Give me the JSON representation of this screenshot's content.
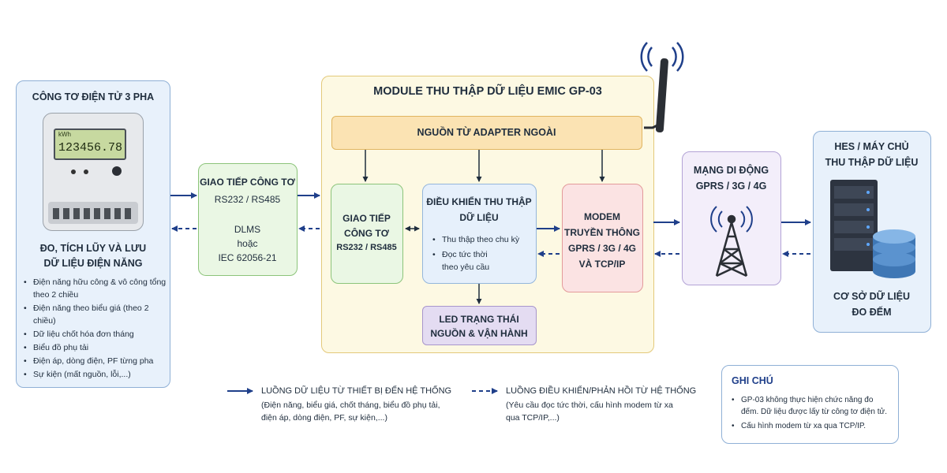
{
  "meter": {
    "title": "CÔNG TƠ ĐIỆN TỬ 3 PHA",
    "display_small": "kWh",
    "display_value": "123456.78",
    "func_title_1": "ĐO, TÍCH LŨY VÀ LƯU",
    "func_title_2": "DỮ LIỆU ĐIỆN NĂNG",
    "items": [
      "Điện năng hữu công & vô công tổng theo 2 chiều",
      "Điện năng theo biểu giá (theo 2 chiều)",
      "Dữ liệu chốt hóa đơn tháng",
      "Biểu đồ phụ tải",
      "Điện áp, dòng điện, PF từng pha",
      "Sự kiện (mất nguồn, lỗi,...)"
    ]
  },
  "iface": {
    "title": "GIAO TIẾP CÔNG TƠ",
    "ports": "RS232 / RS485",
    "proto1": "DLMS",
    "proto2": "hoặc",
    "proto3": "IEC 62056-21"
  },
  "module": {
    "title": "MODULE THU THẬP DỮ LIỆU EMIC GP-03",
    "power": "NGUỒN TỪ ADAPTER NGOÀI",
    "iface_l1": "GIAO TIẾP",
    "iface_l2": "CÔNG TƠ",
    "iface_l3": "RS232 / RS485",
    "ctrl_l1": "ĐIỀU KHIỂN THU THẬP",
    "ctrl_l2": "DỮ LIỆU",
    "ctrl_items": [
      "Thu thập theo chu kỳ",
      "Đọc tức thời"
    ],
    "ctrl_item_cont": "theo yêu cầu",
    "modem_l1": "MODEM",
    "modem_l2": "TRUYỀN THÔNG",
    "modem_l3": "GPRS / 3G / 4G",
    "modem_l4": "VÀ TCP/IP",
    "led_l1": "LED TRẠNG THÁI",
    "led_l2": "NGUỒN & VẬN HÀNH"
  },
  "network": {
    "title": "MẠNG DI ĐỘNG",
    "sub": "GPRS / 3G / 4G"
  },
  "hes": {
    "title1": "HES / MÁY CHỦ",
    "title2": "THU THẬP DỮ LIỆU",
    "db1": "CƠ SỞ DỮ LIỆU",
    "db2": "ĐO ĐẾM"
  },
  "legend": {
    "solid_title": "LUỒNG DỮ LIỆU TỪ THIẾT BỊ ĐẾN HỆ THỐNG",
    "solid_d1": "(Điện năng, biểu giá, chốt tháng, biểu đồ phụ tải,",
    "solid_d2": "điện áp, dòng điện, PF, sự kiện,...)",
    "dash_title": "LUỒNG ĐIỀU KHIỂN/PHẢN HỒI TỪ HỆ THỐNG",
    "dash_d1": "(Yêu cầu đọc tức thời, cấu hình modem từ xa",
    "dash_d2": "qua TCP/IP,...)"
  },
  "note": {
    "title": "GHI CHÚ",
    "items": [
      "GP-03 không thực hiện chức năng đo đếm. Dữ liệu được lấy từ công tơ điện tử.",
      "Cấu hình modem từ xa qua TCP/IP."
    ]
  },
  "colors": {
    "arrow": "#1f3f8a",
    "meter_box": "#e8f1fb",
    "iface_box": "#eaf7e4",
    "module_box": "#fdf9e3",
    "power_box": "#fbe3b3",
    "modem_box": "#fbe3e3",
    "led_box": "#e4dcf2",
    "network_box": "#f3eefa",
    "hes_box": "#e8f1fb"
  }
}
